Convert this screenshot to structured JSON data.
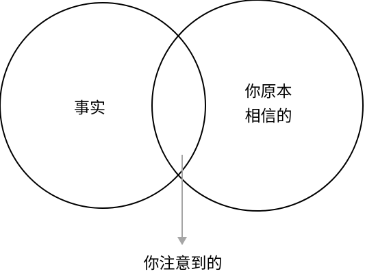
{
  "diagram": {
    "left_circle_label": "事实",
    "right_circle_label_line1": "你原本",
    "right_circle_label_line2": "相信的",
    "pointer_label": "你注意到的",
    "colors": {
      "circle_stroke": "#000000",
      "arrow": "#a6a6a6",
      "background": "#ffffff"
    }
  }
}
